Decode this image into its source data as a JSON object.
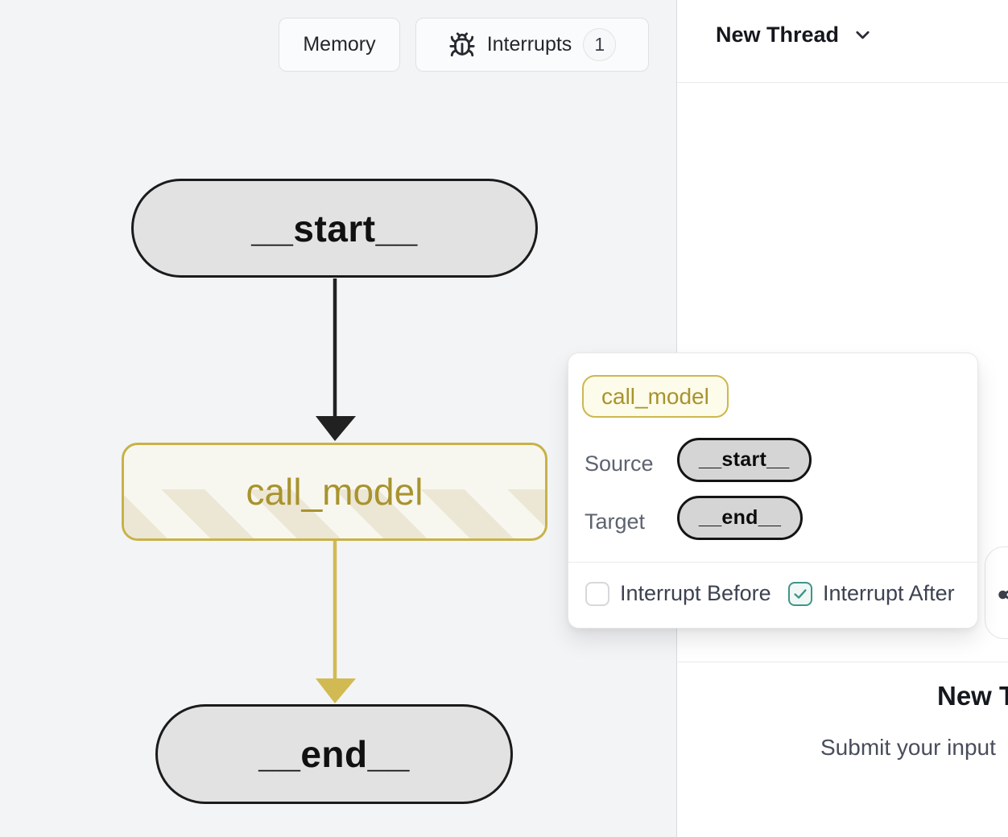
{
  "colors": {
    "canvas_bg": "#f3f4f6",
    "panel_bg": "#ffffff",
    "node_fill": "#e2e2e2",
    "node_border": "#1b1b1b",
    "active_node_fill": "#f8f7ef",
    "active_node_border": "#c8b247",
    "active_node_text": "#a8932e",
    "edge_default": "#212121",
    "edge_active": "#d2ba52",
    "checkbox_checked": "#3f948a"
  },
  "toolbar": {
    "memory_label": "Memory",
    "interrupts_label": "Interrupts",
    "interrupts_count": "1"
  },
  "thread_header": {
    "title": "New Thread"
  },
  "graph": {
    "nodes": [
      {
        "id": "__start__",
        "label": "__start__",
        "type": "terminal"
      },
      {
        "id": "call_model",
        "label": "call_model",
        "type": "active"
      },
      {
        "id": "__end__",
        "label": "__end__",
        "type": "terminal"
      }
    ],
    "edges": [
      {
        "source": "__start__",
        "target": "call_model",
        "color": "#212121"
      },
      {
        "source": "call_model",
        "target": "__end__",
        "color": "#d2ba52"
      }
    ]
  },
  "popup": {
    "node_chip": "call_model",
    "source_label": "Source",
    "source_value": "__start__",
    "target_label": "Target",
    "target_value": "__end__",
    "interrupt_before_label": "Interrupt Before",
    "interrupt_before_checked": false,
    "interrupt_after_label": "Interrupt After",
    "interrupt_after_checked": true
  },
  "empty_state": {
    "title": "New Thread",
    "subtitle": "Submit your input"
  }
}
